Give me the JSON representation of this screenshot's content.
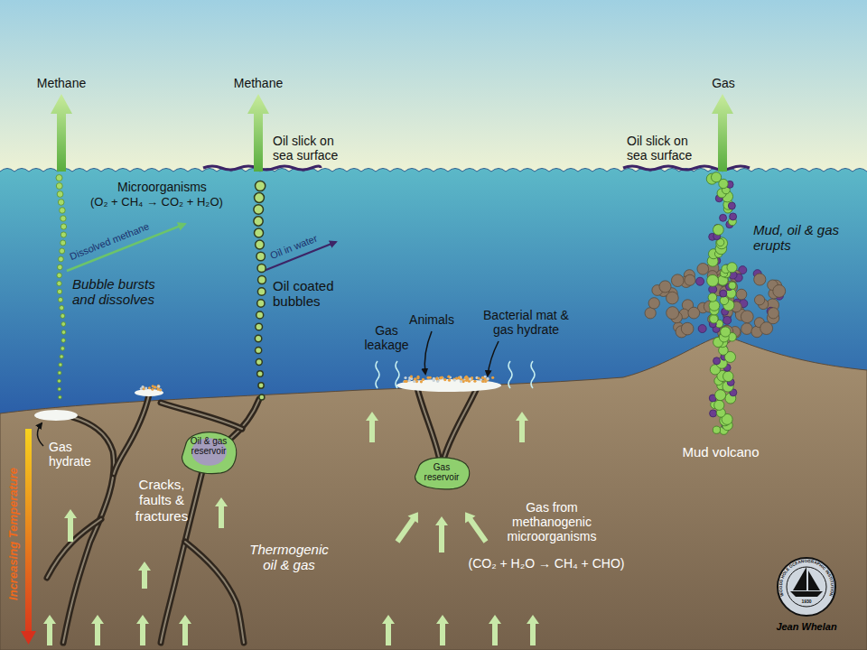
{
  "diagram": {
    "nodes": [
      {
        "text": [
          "Oil & gas reservoir"
        ]
      },
      {
        "text": [
          "Gas reservoir"
        ]
      }
    ],
    "labels": [
      "Methane",
      "Methane",
      "Gas",
      "Oil slick on sea surface",
      "Oil slick on sea surface",
      "Microorganisms",
      "(O₂ + CH₄ → CO₂ + H₂O)",
      "Dissolved methane",
      "Bubble bursts and dissolves",
      "Oil in water",
      "Oil coated bubbles",
      "Gas leakage",
      "Animals",
      "Bacterial mat & gas hydrate",
      "Mud, oil & gas erupts",
      "Gas hydrate",
      "Cracks, faults & fractures",
      "Thermogenic oil & gas",
      "Gas from methanogenic microorganisms",
      "(CO₂ + H₂O → CH₄ + CHO)",
      "Mud volcano",
      "Increasing Temperature",
      "Jean Whelan",
      "1930",
      "WOODS HOLE OCEANOGRAPHIC INSTITUTION"
    ]
  }
}
